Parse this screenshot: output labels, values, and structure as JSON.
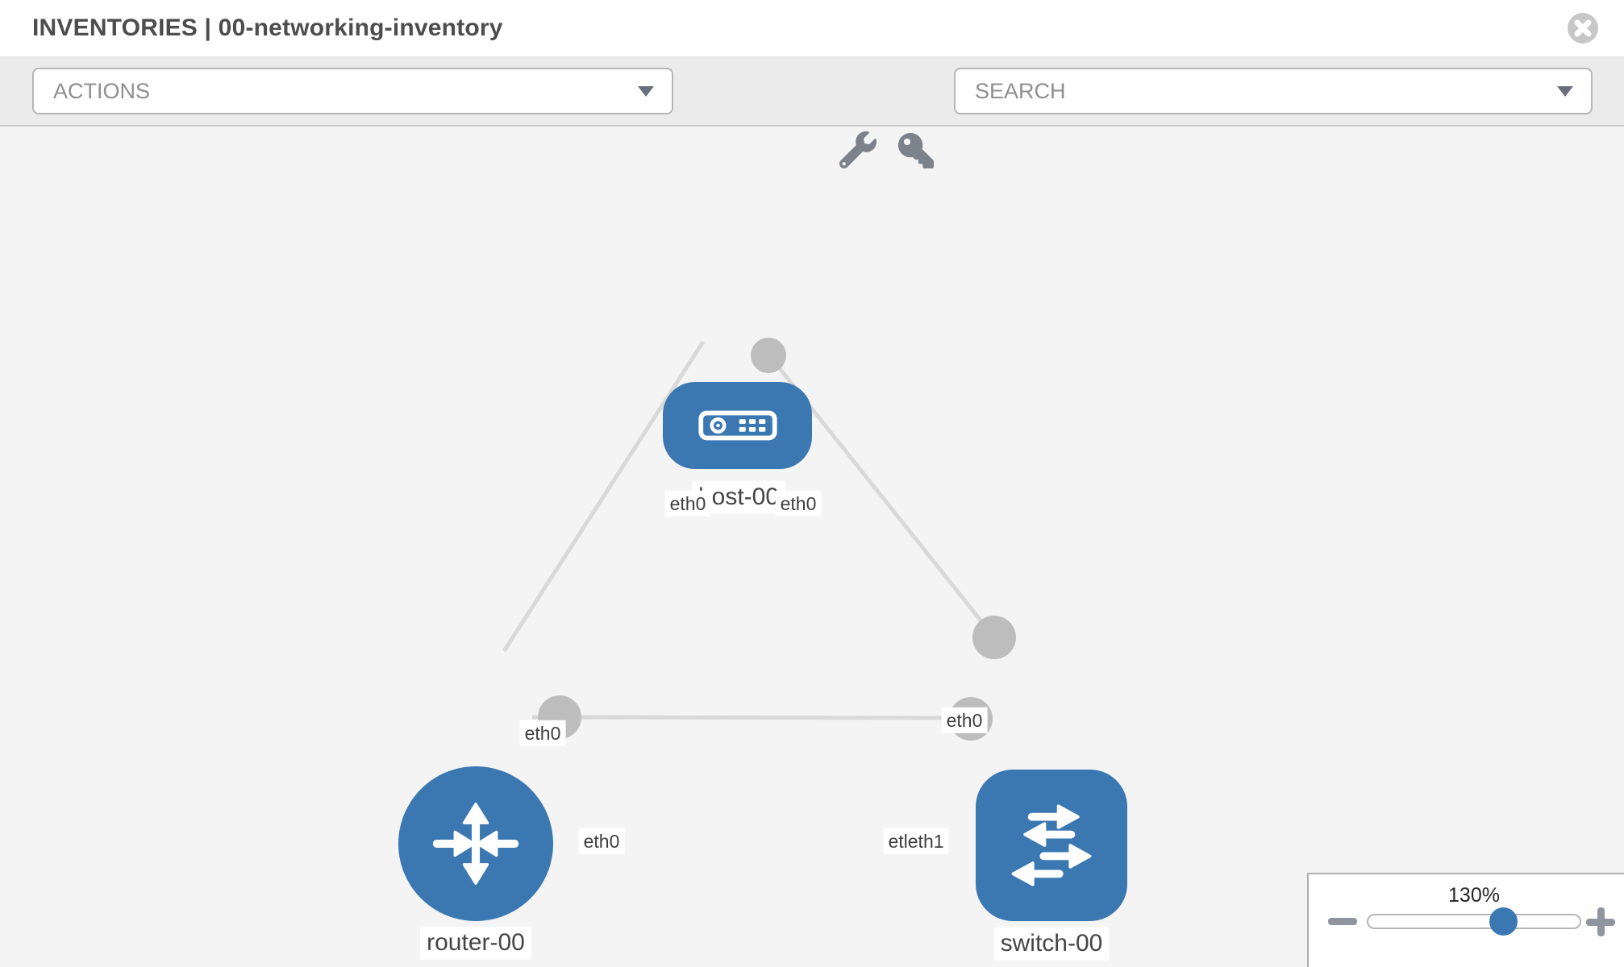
{
  "header": {
    "title": "INVENTORIES | 00-networking-inventory"
  },
  "toolbar": {
    "actions_label": "ACTIONS",
    "search_label": "SEARCH"
  },
  "icons": {
    "close": "circle-x-icon",
    "wrench": "wrench-icon",
    "key": "key-icon",
    "dropdown_caret": "chevron-down-icon",
    "zoom_out": "minus-icon",
    "zoom_in": "plus-icon"
  },
  "topology": {
    "nodes": [
      {
        "id": "host-00",
        "type": "host",
        "label": "host-00"
      },
      {
        "id": "router-00",
        "type": "router",
        "label": "router-00"
      },
      {
        "id": "switch-00",
        "type": "switch",
        "label": "switch-00"
      }
    ],
    "links": [
      {
        "from": "host-00",
        "to": "router-00"
      },
      {
        "from": "host-00",
        "to": "switch-00"
      },
      {
        "from": "router-00",
        "to": "switch-00"
      }
    ],
    "interface_labels": [
      {
        "text": "eth0",
        "position": "host end of host-router link"
      },
      {
        "text": "eth0",
        "position": "host end of host-switch link"
      },
      {
        "text": "eth0",
        "position": "router end of host-router link"
      },
      {
        "text": "eth0",
        "position": "switch end of host-switch link"
      },
      {
        "text": "eth0",
        "position": "router end of router-switch link"
      },
      {
        "text": "etleth1",
        "position": "switch end of router-switch link (overlapping labels)"
      }
    ]
  },
  "zoom_control": {
    "value": "130%"
  },
  "colors": {
    "node_blue": "#3b78b2",
    "link_gray": "#d9d9d9",
    "connector_gray": "#bdbdbd",
    "toolbar_bg": "#ebebeb",
    "canvas_bg": "#f4f4f4",
    "label_text": "#454545"
  }
}
